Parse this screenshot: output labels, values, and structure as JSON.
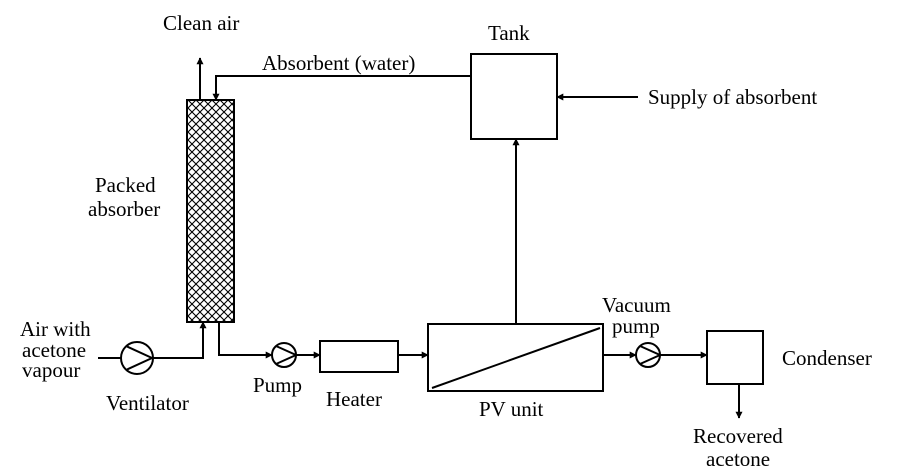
{
  "labels": {
    "clean_air": "Clean air",
    "tank": "Tank",
    "absorbent": "Absorbent (water)",
    "supply": "Supply of absorbent",
    "packed_1": "Packed",
    "packed_2": "absorber",
    "air_1": "Air with",
    "air_2": "acetone",
    "air_3": "vapour",
    "ventilator": "Ventilator",
    "pump": "Pump",
    "heater": "Heater",
    "pv_unit": "PV unit",
    "vacuum_1": "Vacuum",
    "vacuum_2": "pump",
    "condenser": "Condenser",
    "recovered_1": "Recovered",
    "recovered_2": "acetone"
  },
  "colors": {
    "stroke": "#000000",
    "background": "#ffffff"
  }
}
